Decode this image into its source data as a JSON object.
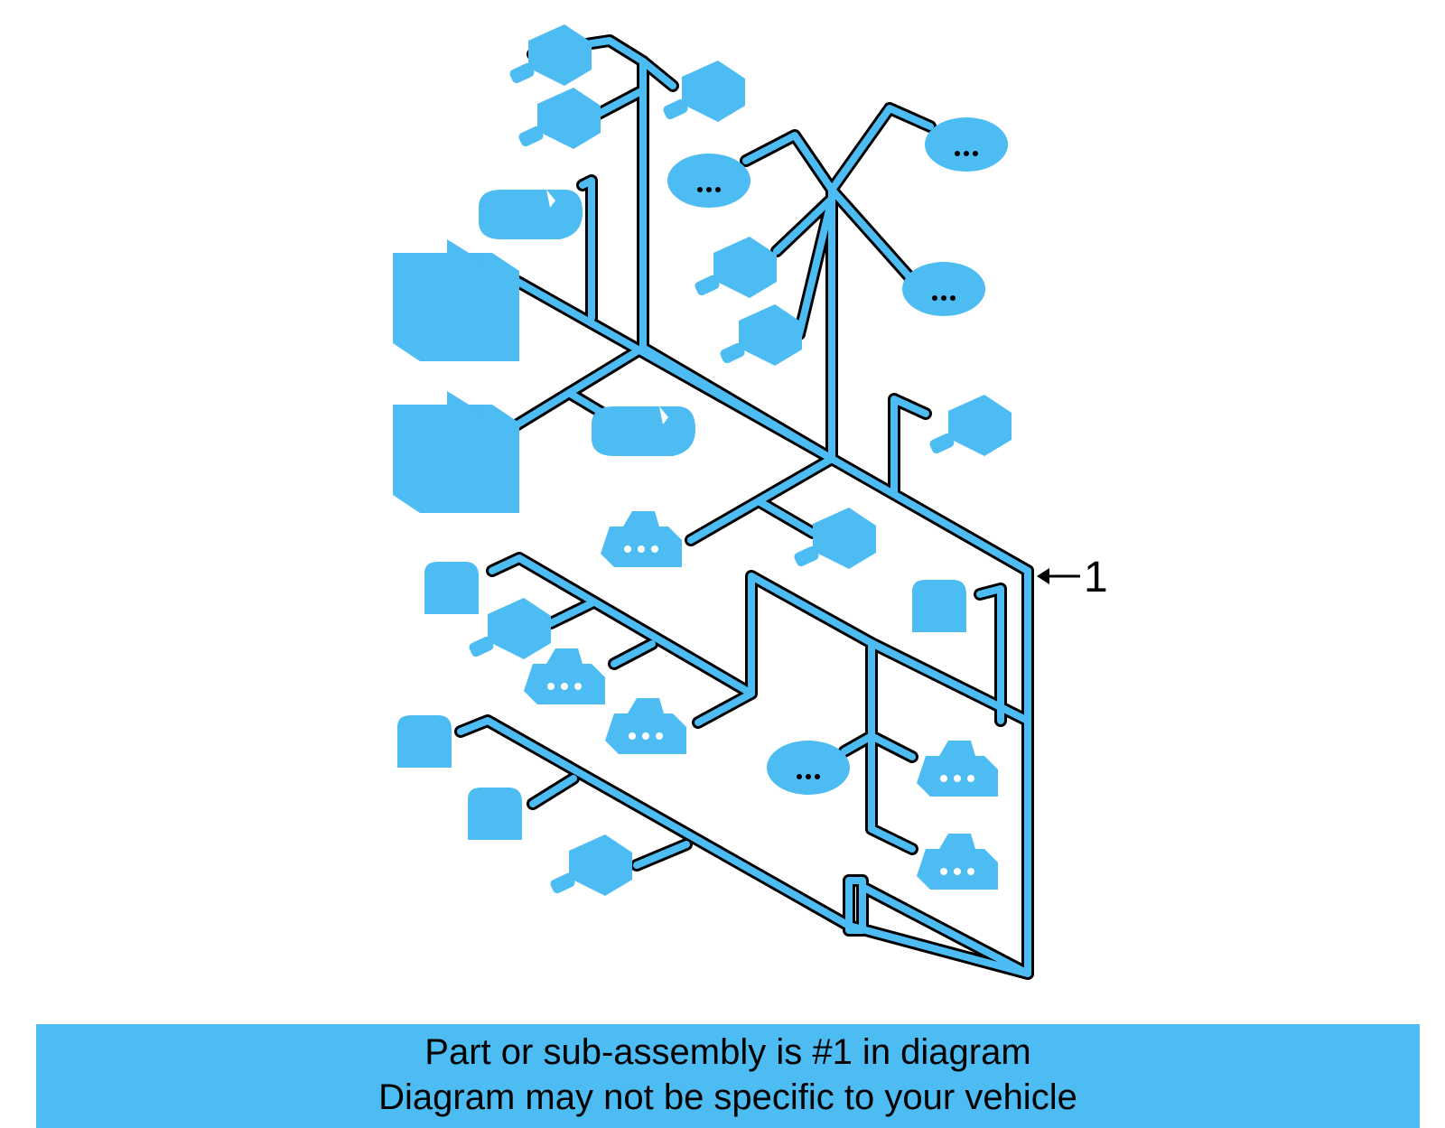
{
  "diagram": {
    "callout_number": "1",
    "colors": {
      "connector_fill": "#4cbcf3",
      "outline": "#000000",
      "banner_bg": "#4cbcf3"
    }
  },
  "banner": {
    "line1": "Part or sub-assembly is #1 in diagram",
    "line2": "Diagram may not be specific to your vehicle"
  }
}
